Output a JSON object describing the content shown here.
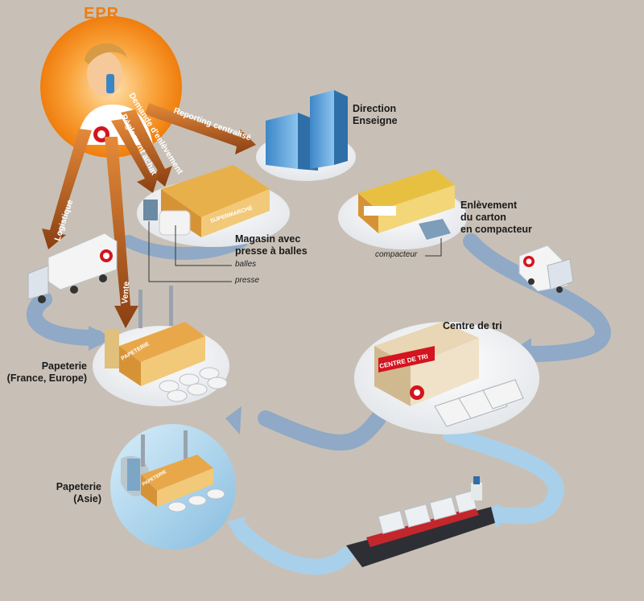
{
  "epr": {
    "title": "EPR"
  },
  "arrows": {
    "reporting": "Reporting centralisé",
    "demande": "Demande d'enlèvement",
    "reglement": "Règlement achat",
    "logistique": "Logistique",
    "vente": "Vente"
  },
  "nodes": {
    "direction": {
      "line1": "Direction",
      "line2": "Enseigne"
    },
    "magasin": {
      "line1": "Magasin avec",
      "line2": "presse à balles",
      "callout_balles": "balles",
      "callout_presse": "presse"
    },
    "enlevement": {
      "line1": "Enlèvement",
      "line2": "du carton",
      "line3": "en compacteur",
      "callout_compacteur": "compacteur"
    },
    "centre_tri": {
      "label": "Centre de tri",
      "sign": "CENTRE DE TRI"
    },
    "papeterie_fr": {
      "line1": "Papeterie",
      "line2": "(France, Europe)",
      "sign": "PAPETERIE"
    },
    "papeterie_asie": {
      "line1": "Papeterie",
      "line2": "(Asie)",
      "sign": "PAPETERIE"
    },
    "supermarche_sign": "SUPERMARCHÉ"
  },
  "colors": {
    "background": "#c8c0b6",
    "flow_blue": "#8fa9c6",
    "sea_blue": "#a9d0ea",
    "command_arrow": "#a8541c",
    "epr_orange": "#f07d0e",
    "building_yellow": "#e8b04a",
    "red_accent": "#d4141e"
  }
}
